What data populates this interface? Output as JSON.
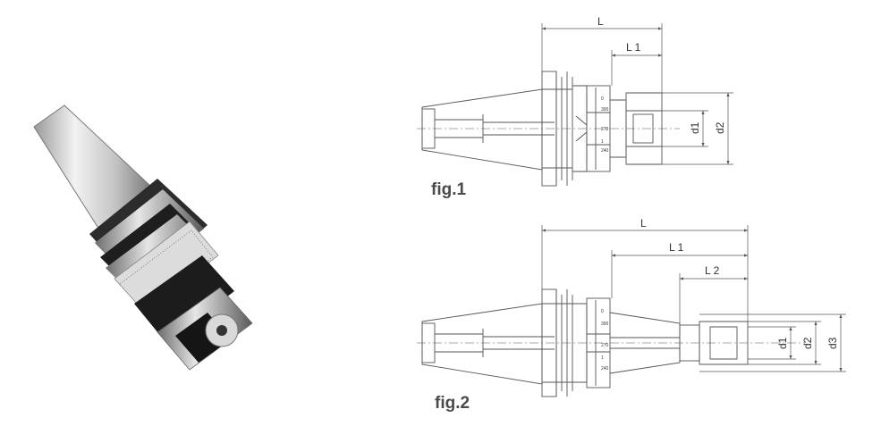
{
  "fig1": {
    "caption": "fig.1",
    "dims": {
      "L": "L",
      "L1": "L 1",
      "d1": "d1",
      "d2": "d2"
    },
    "scale": [
      "0",
      "300",
      "270",
      "1",
      "240"
    ]
  },
  "fig2": {
    "caption": "fig.2",
    "dims": {
      "L": "L",
      "L1": "L 1",
      "L2": "L 2",
      "d1": "d1",
      "d2": "d2",
      "d3": "d3"
    },
    "scale": [
      "0",
      "300",
      "270",
      "1",
      "240"
    ]
  },
  "colors": {
    "line": "#555555",
    "metal": "#c8c8c8",
    "dark": "#2a2a2a"
  }
}
